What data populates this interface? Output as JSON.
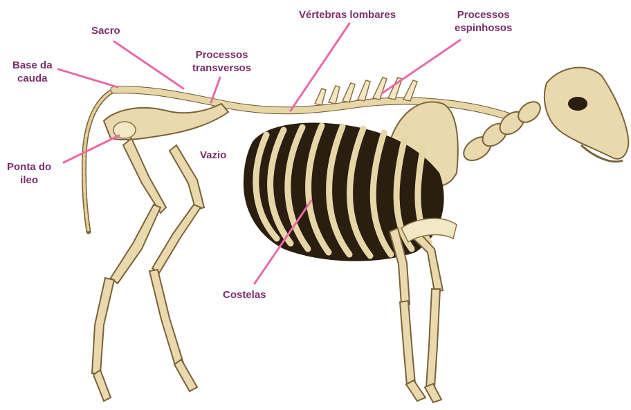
{
  "labels": {
    "sacro": "Sacro",
    "base_cauda_1": "Base da",
    "base_cauda_2": "cauda",
    "processos_transversos_1": "Processos",
    "processos_transversos_2": "transversos",
    "vertebras_lombares": "Vértebras lombares",
    "processos_espinhosos_1": "Processos",
    "processos_espinhosos_2": "espinhosos",
    "ponta_ileo_1": "Ponta do",
    "ponta_ileo_2": "ileo",
    "vazio": "Vazio",
    "costelas": "Costelas"
  },
  "colors": {
    "label_text": "#7a2d6b",
    "leader_line": "#e86aa8",
    "bone": "#e9d9ad"
  }
}
